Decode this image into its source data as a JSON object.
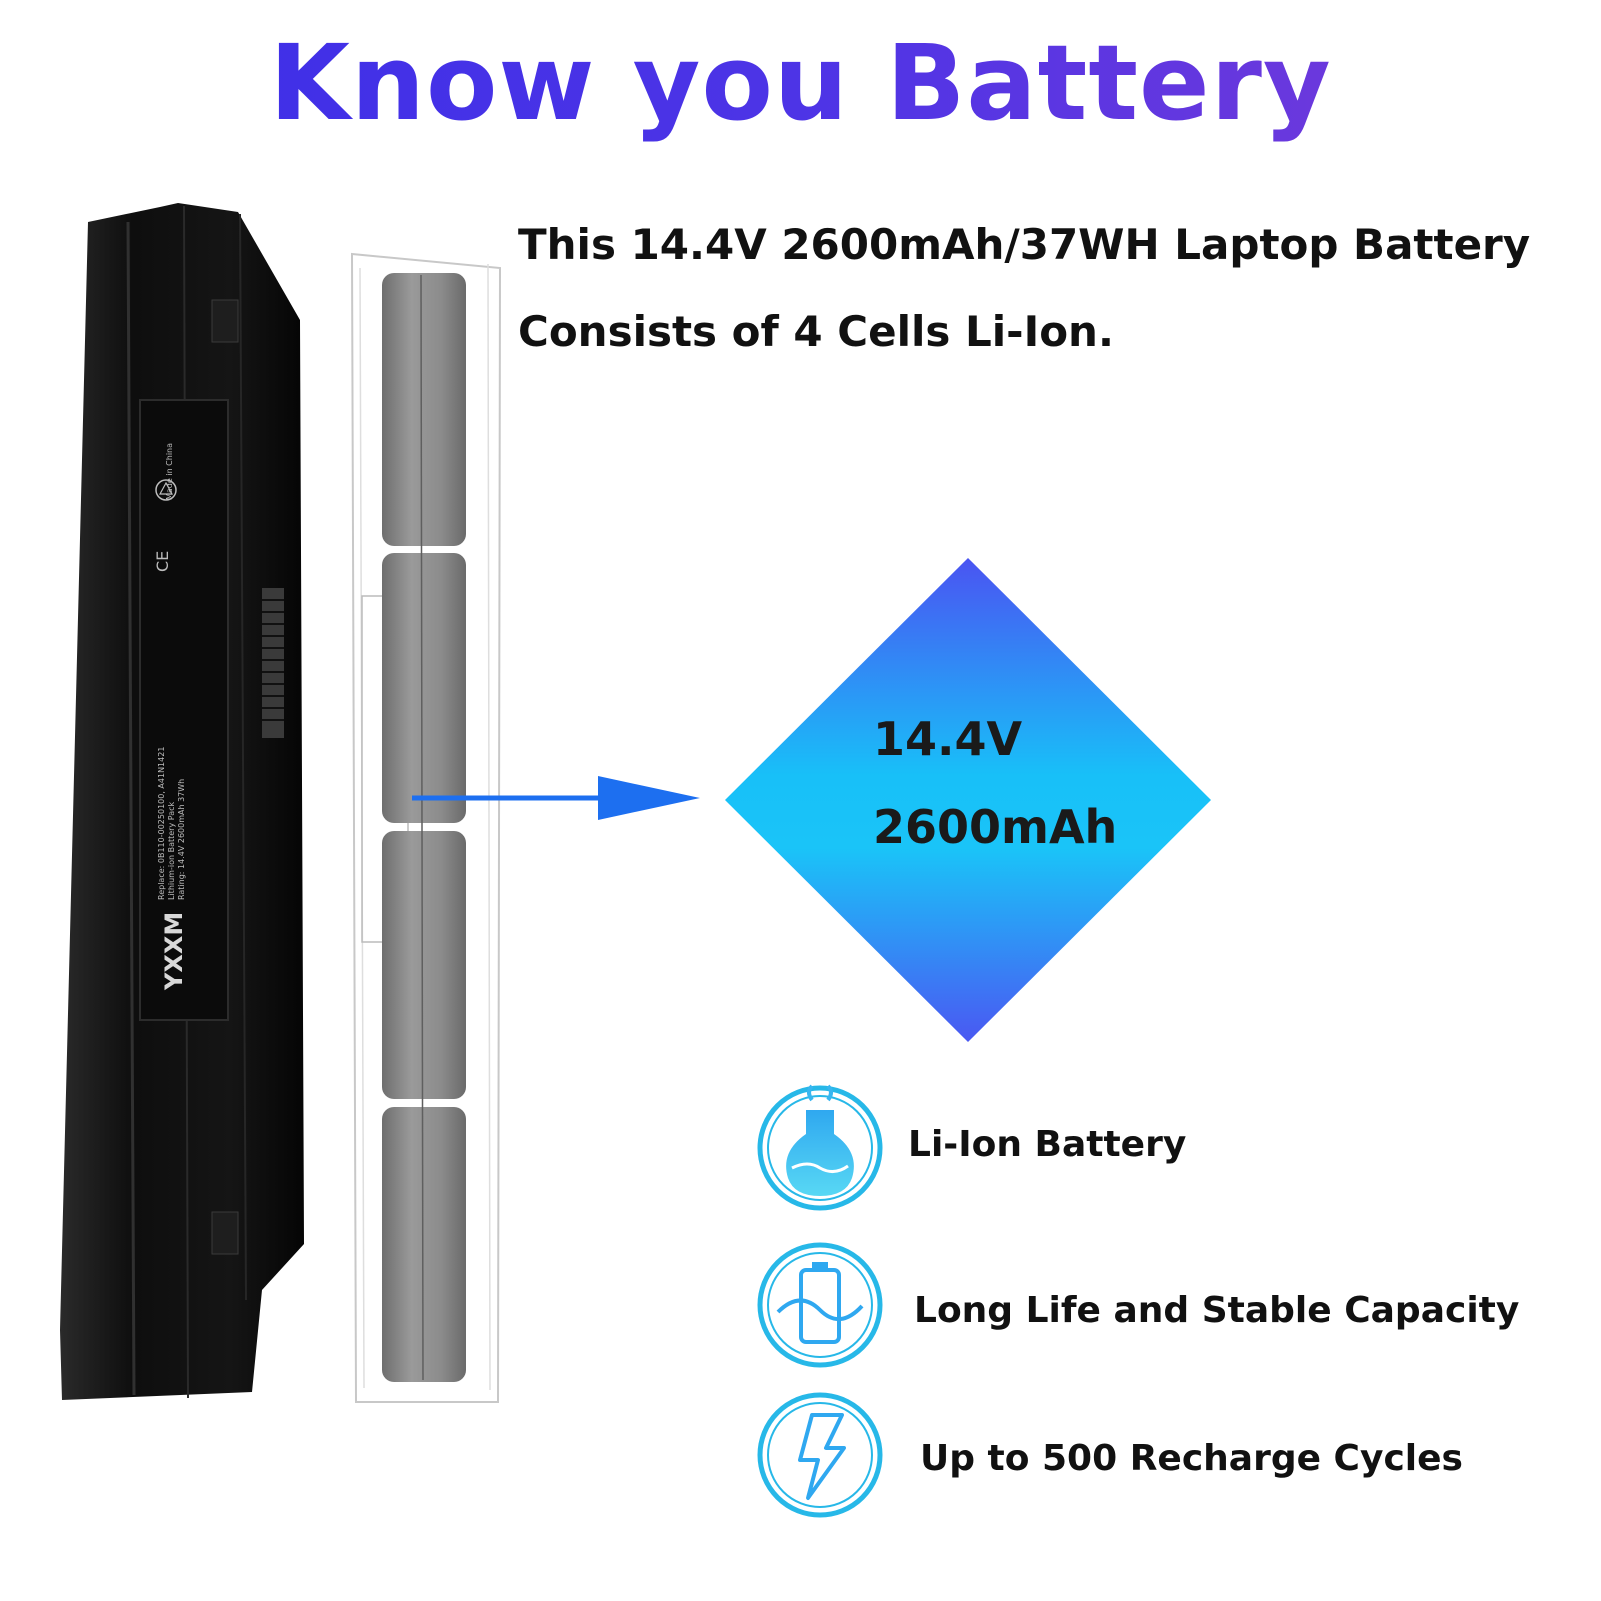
{
  "headline": "Know you Battery",
  "intro": {
    "line1": "This 14.4V 2600mAh/37WH Laptop Battery",
    "line2": "Consists of 4 Cells Li-Ion."
  },
  "specs": {
    "voltage": "14.4V",
    "capacity": "2600mAh"
  },
  "battery_label": {
    "brand": "YXXM",
    "replace": "Replace: 0B110-00250100, A41N1421",
    "type": "Lithium-ion Battery Pack",
    "rating": "Rating: 14.4V 2600mAh 37Wh",
    "origin": "Made in China"
  },
  "features": [
    {
      "icon": "flask-icon",
      "label": "Li-Ion Battery"
    },
    {
      "icon": "battery-wave-icon",
      "label": "Long Life and Stable Capacity"
    },
    {
      "icon": "lightning-icon",
      "label": "Up to 500 Recharge Cycles"
    }
  ],
  "colors": {
    "headline_start": "#3a2ee8",
    "headline_end": "#7a3ad8",
    "diamond_top": "#4a54f2",
    "diamond_mid": "#18c0f8",
    "icon_ring": "#27b8e8",
    "arrow": "#1d6ff0",
    "battery_body": "#141414",
    "cell": "#8a8a8a"
  }
}
